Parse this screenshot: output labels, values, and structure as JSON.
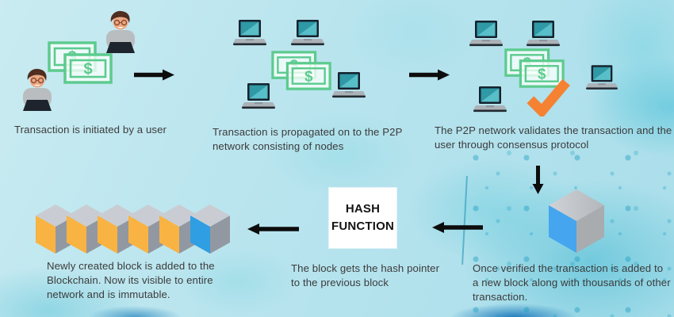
{
  "steps": [
    {
      "name": "initiated",
      "text": "Transaction is initiated by a user"
    },
    {
      "name": "propagated",
      "text": "Transaction is propagated on to the P2P network consisting of nodes"
    },
    {
      "name": "validated",
      "text": "The P2P network validates the transaction and the user through consensus protocol"
    },
    {
      "name": "added-to-block",
      "text": "Once verified the transaction is added to a new block along with thousands of other transaction."
    },
    {
      "name": "hash-pointer",
      "text": "The block gets the hash pointer to the previous block"
    },
    {
      "name": "added-to-chain",
      "text": "Newly created block is added to the Blockchain. Now its visible to entire network and is immutable."
    }
  ],
  "hash_box": {
    "line1": "HASH",
    "line2": "FUNCTION"
  },
  "money": {
    "symbol": "$"
  },
  "colors": {
    "money_green": "#5ccb8e",
    "check_orange": "#f58233",
    "block_orange": "#f9b342",
    "block_blue_chain": "#2f9ee2",
    "block_blue_big": "#45a5ef",
    "block_side_gray": "#9298a1",
    "block_top_gray": "#c9cdd3",
    "laptop_screen_teal": "#2f99a6",
    "arrow_black": "#0d0d0d",
    "caption_text": "#3b3b3b",
    "background_blue": "#b4e2ec",
    "hash_box_bg": "#ffffff"
  }
}
